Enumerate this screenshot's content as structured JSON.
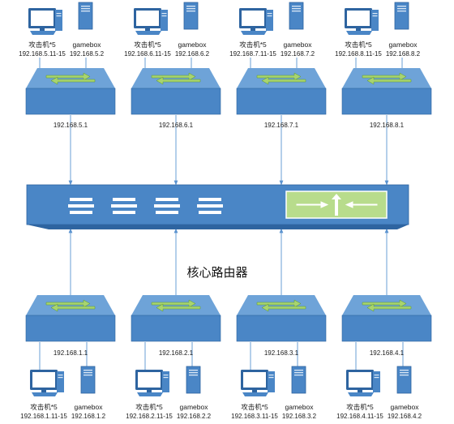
{
  "core_router": {
    "label": "核心路由器"
  },
  "colors": {
    "device_blue": "#4a86c6",
    "device_dark": "#2e64a0",
    "device_light": "#6ea3d8",
    "arrow_green": "#a8d46f",
    "panel_green": "#b8dc8c",
    "line_blue": "#6a9fd6"
  },
  "top_groups": [
    {
      "attack_label": "攻击机*5",
      "attack_ip": "192.168.5.11-15",
      "gamebox_label": "gamebox",
      "gamebox_ip": "192.168.5.2",
      "switch_ip": "192.168.5.1"
    },
    {
      "attack_label": "攻击机*5",
      "attack_ip": "192.168.6.11-15",
      "gamebox_label": "gamebox",
      "gamebox_ip": "192.168.6.2",
      "switch_ip": "192.168.6.1"
    },
    {
      "attack_label": "攻击机*5",
      "attack_ip": "192.168.7.11-15",
      "gamebox_label": "gamebox",
      "gamebox_ip": "192.168.7.2",
      "switch_ip": "192.168.7.1"
    },
    {
      "attack_label": "攻击机*5",
      "attack_ip": "192.168.8.11-15",
      "gamebox_label": "gamebox",
      "gamebox_ip": "192.168.8.2",
      "switch_ip": "192.168.8.1"
    }
  ],
  "bottom_groups": [
    {
      "attack_label": "攻击机*5",
      "attack_ip": "192.168.1.11-15",
      "gamebox_label": "gamebox",
      "gamebox_ip": "192.168.1.2",
      "switch_ip": "192.168.1.1"
    },
    {
      "attack_label": "攻击机*5",
      "attack_ip": "192.168.2.11-15",
      "gamebox_label": "gamebox",
      "gamebox_ip": "192.168.2.2",
      "switch_ip": "192.168.2.1"
    },
    {
      "attack_label": "攻击机*5",
      "attack_ip": "192.168.3.11-15",
      "gamebox_label": "gamebox",
      "gamebox_ip": "192.168.3.2",
      "switch_ip": "192.168.3.1"
    },
    {
      "attack_label": "攻击机*5",
      "attack_ip": "192.168.4.11-15",
      "gamebox_label": "gamebox",
      "gamebox_ip": "192.168.4.2",
      "switch_ip": "192.168.4.1"
    }
  ]
}
